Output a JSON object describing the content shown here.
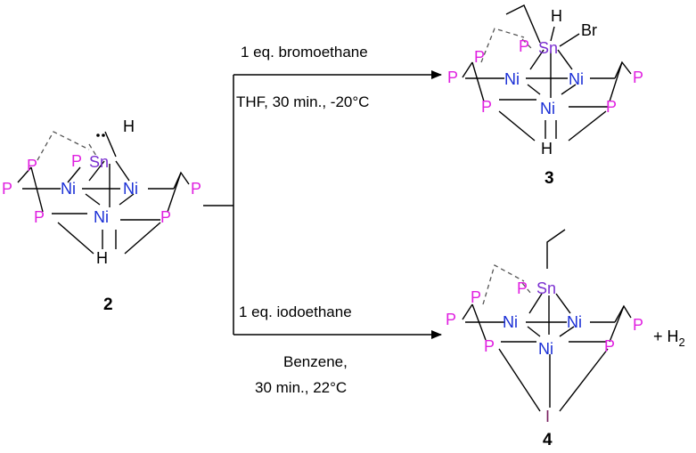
{
  "reaction": {
    "reactant": {
      "number": "2",
      "sn_label": "Sn",
      "h_label": "H"
    },
    "top": {
      "reagent": "1 eq. bromoethane",
      "conditions": "THF, 30 min., -20°C",
      "product_number": "3",
      "br_label": "Br"
    },
    "bottom": {
      "reagent": "1 eq. iodoethane",
      "conditions_line1": "Benzene,",
      "conditions_line2": "30 min., 22°C",
      "product_number": "4",
      "i_label": "I",
      "byproduct": "+ H",
      "byproduct_sub": "2"
    },
    "atoms": {
      "P": "P",
      "Ni": "Ni",
      "Sn": "Sn",
      "H": "H"
    }
  }
}
